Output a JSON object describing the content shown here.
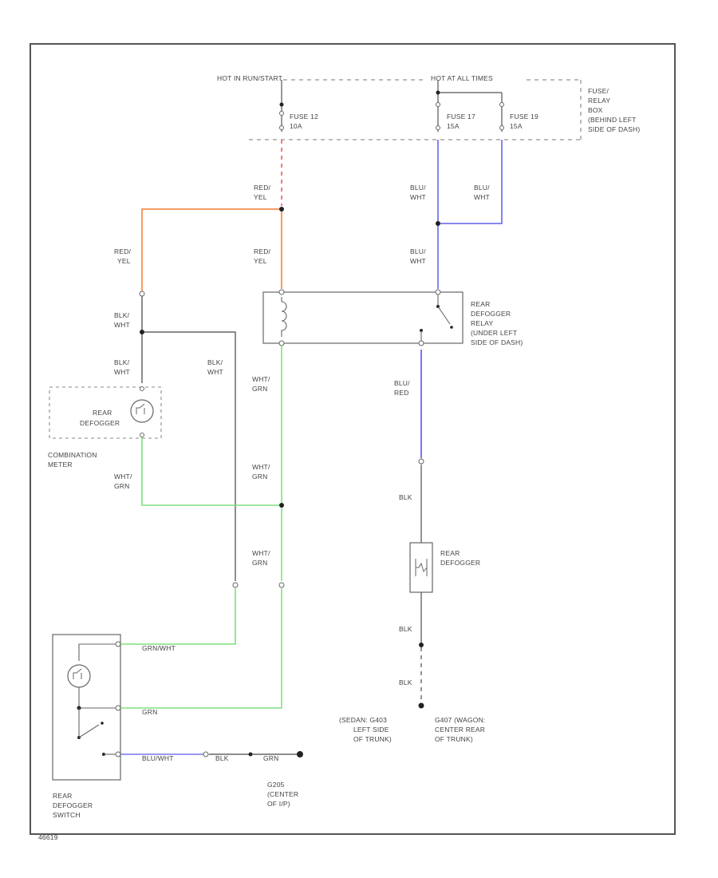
{
  "power": {
    "hot_run_start": "HOT IN RUN/START",
    "hot_all_times": "HOT AT ALL TIMES",
    "fuse_box": [
      "FUSE/",
      "RELAY",
      "BOX",
      "(BEHIND LEFT",
      "SIDE OF DASH)"
    ],
    "fuse12": [
      "FUSE 12",
      "10A"
    ],
    "fuse17": [
      "FUSE 17",
      "15A"
    ],
    "fuse19": [
      "FUSE 19",
      "15A"
    ]
  },
  "wires": {
    "red_yel": [
      "RED/",
      "YEL"
    ],
    "blu_wht": [
      "BLU/",
      "WHT"
    ],
    "blk_wht": [
      "BLK/",
      "WHT"
    ],
    "wht_grn": [
      "WHT/",
      "GRN"
    ],
    "blu_red": [
      "BLU/",
      "RED"
    ],
    "blk": "BLK",
    "grn_wht": "GRN/WHT",
    "grn": "GRN",
    "blu_wht_inline": "BLU/WHT",
    "blk_inline": "BLK",
    "grn_inline": "GRN"
  },
  "components": {
    "relay": [
      "REAR",
      "DEFOGGER",
      "RELAY",
      "(UNDER LEFT",
      "SIDE OF DASH)"
    ],
    "meter_lamp": [
      "REAR",
      "DEFOGGER"
    ],
    "combination_meter": [
      "COMBINATION",
      "METER"
    ],
    "defogger_grid": [
      "REAR",
      "DEFOGGER"
    ],
    "switch": [
      "REAR",
      "DEFOGGER",
      "SWITCH"
    ]
  },
  "grounds": {
    "g205": [
      "G205",
      "(CENTER",
      "OF I/P)"
    ],
    "sedan": [
      "(SEDAN: G403",
      "LEFT SIDE",
      "OF TRUNK)"
    ],
    "wagon": [
      "G407 (WAGON:",
      "CENTER REAR",
      "OF TRUNK)"
    ]
  },
  "footer_code": "46619",
  "colors": {
    "red_yel": "#f4a06a",
    "red_dashed": "#ff5555",
    "blue": "#7777f0",
    "green": "#7ee07e",
    "black": "#666666",
    "frame": "#555555"
  }
}
